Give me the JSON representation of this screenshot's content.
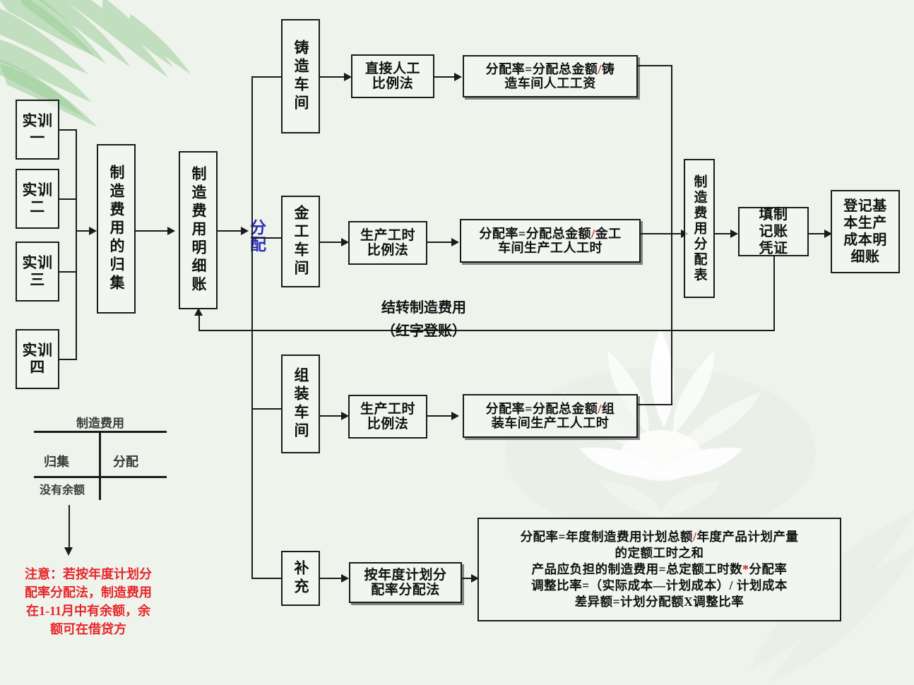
{
  "nodes": {
    "training": [
      {
        "id": "t1",
        "label": "实训\n一"
      },
      {
        "id": "t2",
        "label": "实训\n二"
      },
      {
        "id": "t3",
        "label": "实训\n三"
      },
      {
        "id": "t4",
        "label": "实训\n四"
      }
    ],
    "collect": "制造费用的归集",
    "ledger": "制造费用明细账",
    "allocate_label": "分配",
    "workshops": [
      {
        "id": "casting",
        "label": "铸造车间"
      },
      {
        "id": "metal",
        "label": "金工车间"
      },
      {
        "id": "assembly",
        "label": "组装车间"
      },
      {
        "id": "supplement",
        "label": "补充"
      }
    ],
    "methods": [
      {
        "id": "m1",
        "line1": "直接人工",
        "line2": "比例法"
      },
      {
        "id": "m2",
        "line1": "生产工时",
        "line2": "比例法"
      },
      {
        "id": "m3",
        "line1": "生产工时",
        "line2": "比例法"
      },
      {
        "id": "m4",
        "line1": "按年度计划分",
        "line2": "配率分配法"
      }
    ],
    "formulas": [
      {
        "id": "f1",
        "pre": "分配率=分配总金额",
        "slash": "/",
        "post": "铸",
        "line2": "造车间人工工资"
      },
      {
        "id": "f2",
        "pre": "分配率=分配总金额",
        "slash": "/",
        "post": "金工",
        "line2": "车间生产工人工时"
      },
      {
        "id": "f3",
        "pre": "分配率=分配总金额",
        "slash": "/",
        "post": "组",
        "line2": "装车间生产工人工时"
      }
    ],
    "alloc_table": "制造费用分配表",
    "voucher": "填制记账凭证",
    "basic_ledger": "登记基本生产成本明细账",
    "carryover": {
      "line1": "结转制造费用",
      "line2": "（红字登账）"
    },
    "big_formula": {
      "l1a": "分配率=年度制造费用计划总额",
      "l1slash": "/",
      "l1b": "年度产品计划产量",
      "l2": "的定额工时之和",
      "l3a": "产品应负担的制造费用=总定额工时数",
      "l3star": "*",
      "l3b": "分配率",
      "l4": "调整比率=（实际成本—计划成本）/  计划成本",
      "l5": "差异额=计划分配额X调整比率"
    }
  },
  "t_account": {
    "title": "制造费用",
    "debit": "归集",
    "credit": "分配",
    "note": "没有余额"
  },
  "warning": {
    "l1": "注意：若按年度计划分",
    "l2": "配率分配法，制造费用",
    "l3": "在1-11月中有余额，余",
    "l4": "额可在借贷方"
  },
  "colors": {
    "background": "#eef3ec",
    "line": "#1b1b1b",
    "accent_blue": "#2b2fb8",
    "accent_red": "#e8262a",
    "slash_red": "#d01b1b"
  }
}
